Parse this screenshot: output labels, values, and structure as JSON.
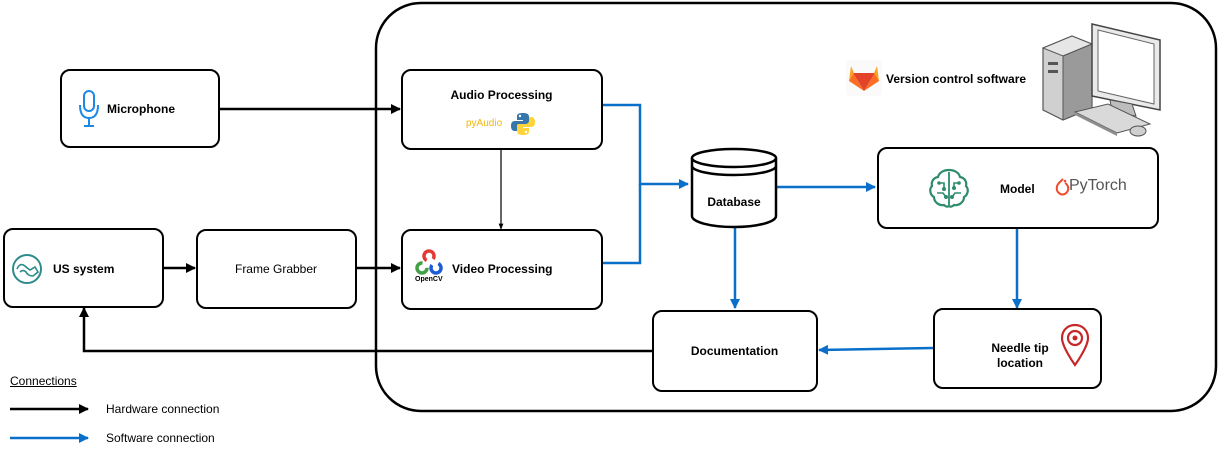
{
  "nodes": {
    "microphone": "Microphone",
    "us_system": "US system",
    "frame_grabber": "Frame Grabber",
    "audio_processing": "Audio Processing",
    "pyaudio_logo": "pyAudio",
    "video_processing": "Video Processing",
    "opencv_logo": "OpenCV",
    "database": "Database",
    "model": "Model",
    "pytorch_logo": "PyTorch",
    "documentation": "Documentation",
    "needle_line1": "Needle tip",
    "needle_line2": "location",
    "version_control": "Version control software"
  },
  "legend": {
    "title": "Connections",
    "hardware": "Hardware connection",
    "software": "Software connection"
  },
  "colors": {
    "hardware": "#000000",
    "software": "#0a6fc9",
    "gitlab": "#e24329",
    "pytorch": "#ee4c2c",
    "ai_icon": "#2e8b6e",
    "mic_icon": "#1e88e5",
    "needle_pin": "#c62828"
  },
  "icons": [
    "microphone-icon",
    "ultrasound-probe-icon",
    "python-icon",
    "opencv-icon",
    "database-icon",
    "ai-brain-icon",
    "pytorch-flame-icon",
    "location-pin-icon",
    "gitlab-icon",
    "desktop-computer-icon"
  ]
}
